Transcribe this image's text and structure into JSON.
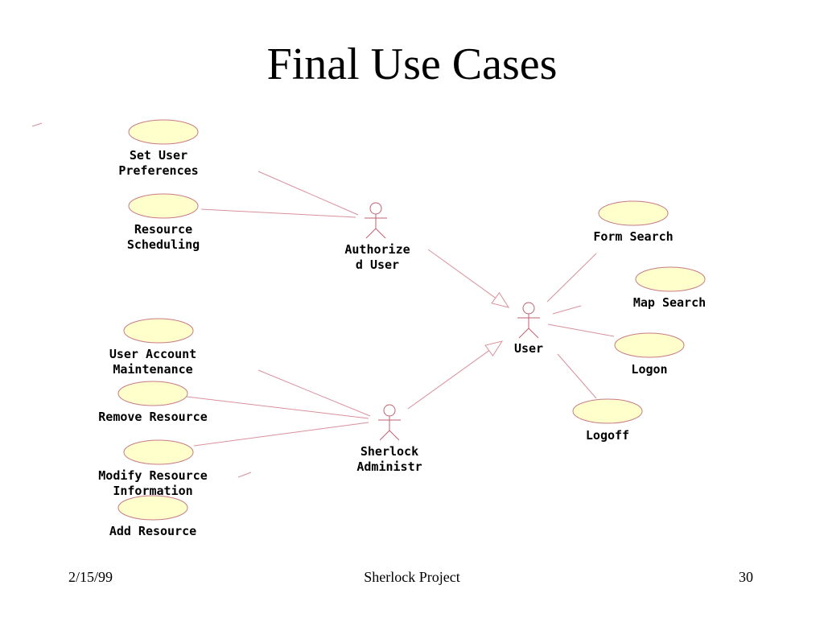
{
  "slide": {
    "title": "Final Use Cases",
    "footer": {
      "date": "2/15/99",
      "project": "Sherlock Project",
      "page": "30"
    }
  },
  "colors": {
    "usecase_fill": "#ffffcc",
    "usecase_stroke": "#c77a86",
    "line": "#d9909c",
    "actor": "#c06070"
  },
  "actors": [
    {
      "id": "authorized",
      "lines": [
        "Authorize",
        "d User"
      ]
    },
    {
      "id": "user",
      "lines": [
        "User"
      ]
    },
    {
      "id": "admin",
      "lines": [
        "Sherlock",
        "Administr"
      ]
    }
  ],
  "use_cases": [
    {
      "id": "set-user-preferences",
      "lines": [
        "Set User",
        "Preferences"
      ]
    },
    {
      "id": "resource-scheduling",
      "lines": [
        "Resource",
        "Scheduling"
      ]
    },
    {
      "id": "form-search",
      "lines": [
        "Form Search"
      ]
    },
    {
      "id": "map-search",
      "lines": [
        "Map Search"
      ]
    },
    {
      "id": "logon",
      "lines": [
        "Logon"
      ]
    },
    {
      "id": "logoff",
      "lines": [
        "Logoff"
      ]
    },
    {
      "id": "user-account-maintenance",
      "lines": [
        "User Account",
        "Maintenance"
      ]
    },
    {
      "id": "remove-resource",
      "lines": [
        "Remove Resource"
      ]
    },
    {
      "id": "modify-resource-information",
      "lines": [
        "Modify Resource",
        "Information"
      ]
    },
    {
      "id": "add-resource",
      "lines": [
        "Add Resource"
      ]
    }
  ]
}
